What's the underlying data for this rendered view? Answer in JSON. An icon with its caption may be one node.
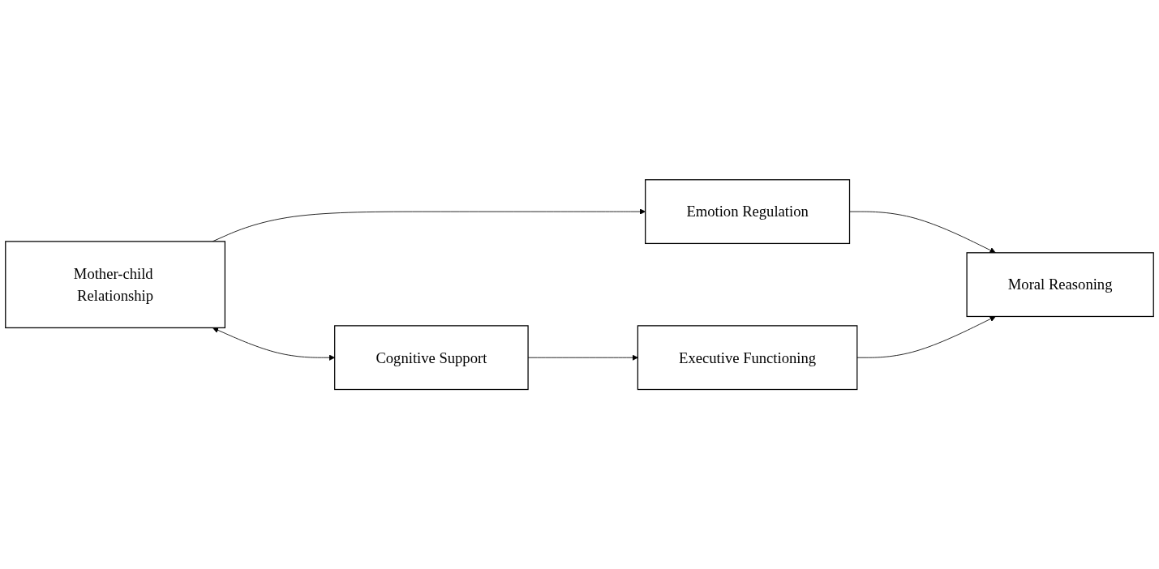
{
  "diagram": {
    "nodes": [
      {
        "text": [
          "Mother-child Relationship"
        ]
      },
      {
        "text": [
          "Emotion Regulation"
        ]
      },
      {
        "text": [
          "Moral Reasoning"
        ]
      },
      {
        "text": [
          "Cognitive Support"
        ]
      },
      {
        "text": [
          "Executive Functioning"
        ]
      }
    ],
    "edges": [
      {
        "from": 0,
        "to": 1,
        "arrow": "to"
      },
      {
        "from": 0,
        "to": 3,
        "arrow": "both"
      },
      {
        "from": 1,
        "to": 2,
        "arrow": "to"
      },
      {
        "from": 3,
        "to": 4,
        "arrow": "to"
      },
      {
        "from": 4,
        "to": 2,
        "arrow": "to"
      }
    ]
  }
}
